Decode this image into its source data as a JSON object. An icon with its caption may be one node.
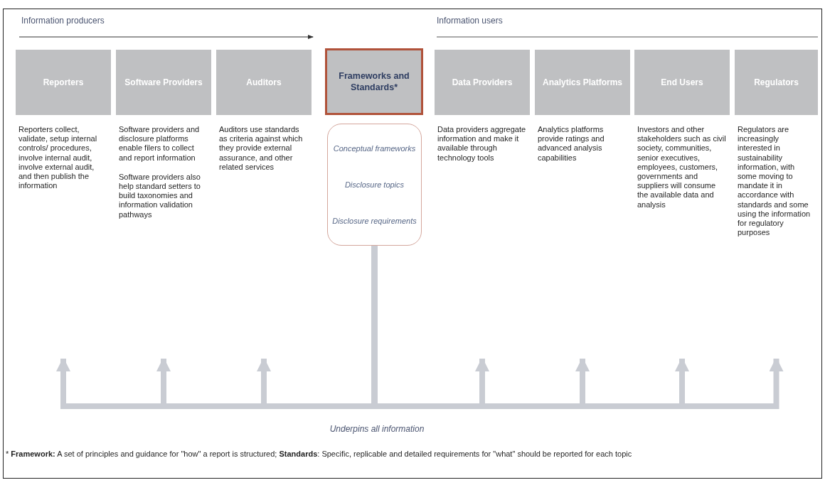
{
  "diagram": {
    "nodes": [
      {
        "text": [
          "Reporters",
          "Reporters collect, validate, setup internal controls/ procedures, involve internal audit, involve external audit, and then publish the information"
        ]
      },
      {
        "text": [
          "Software Providers",
          "Software providers and disclosure platforms enable filers to collect and report information",
          "Software providers also help standard setters to build taxonomies and information validation pathways"
        ]
      },
      {
        "text": [
          "Auditors",
          "Auditors use standards as criteria against which they provide external assurance, and other related services"
        ]
      },
      {
        "text": [
          "Frameworks and Standards*"
        ]
      },
      {
        "text": [
          "Conceptual frameworks",
          "Disclosure topics",
          "Disclosure requirements"
        ]
      },
      {
        "text": [
          "Data Providers",
          "Data providers aggregate information and make it available through technology tools"
        ]
      },
      {
        "text": [
          "Analytics Platforms",
          "Analytics platforms provide ratings and advanced analysis capabilities"
        ]
      },
      {
        "text": [
          "End Users",
          "Investors and other stakeholders such as civil society, communities, senior executives, employees, customers, governments and suppliers will consume the available data and analysis"
        ]
      },
      {
        "text": [
          "Regulators",
          "Regulators are increasingly interested in sustainability information, with some moving to mandate it in accordance with standards and some using the information for regulatory purposes"
        ]
      }
    ],
    "edges": [
      {
        "from": 4,
        "to": 0,
        "arrow": "to"
      },
      {
        "from": 4,
        "to": 1,
        "arrow": "to"
      },
      {
        "from": 4,
        "to": 2,
        "arrow": "to"
      },
      {
        "from": 4,
        "to": 5,
        "arrow": "to"
      },
      {
        "from": 4,
        "to": 6,
        "arrow": "to"
      },
      {
        "from": 4,
        "to": 7,
        "arrow": "to"
      },
      {
        "from": 4,
        "to": 8,
        "arrow": "to"
      }
    ],
    "labels": [
      "Information producers",
      "Information users",
      "Underpins all information",
      "* **Framework:** A set of principles and guidance for \"how\" a report is structured; **Standards**: Specific, replicable and detailed requirements for \"what\" should be reported for each topic"
    ]
  }
}
